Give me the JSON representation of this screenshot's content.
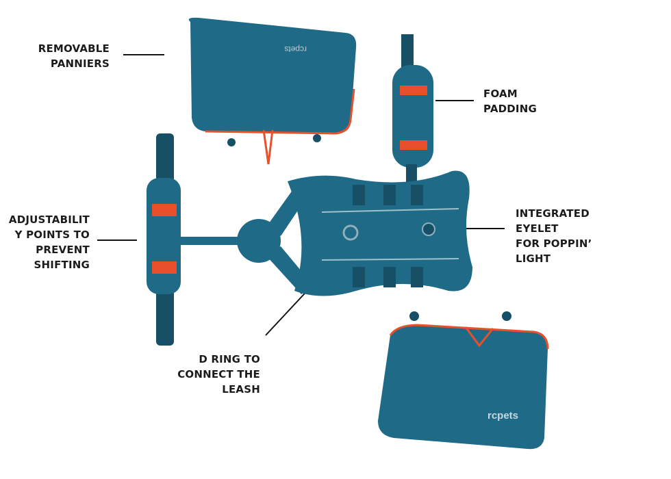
{
  "callouts": {
    "panniers": [
      "REMOVABLE",
      "PANNIERS"
    ],
    "foam": [
      "FOAM",
      "PADDING"
    ],
    "adjust": [
      "ADJUSTABILIT",
      "Y POINTS TO",
      "PREVENT",
      "SHIFTING"
    ],
    "eyelet": [
      "INTEGRATED",
      "EYELET",
      "FOR POPPIN’",
      "LIGHT"
    ],
    "dring": [
      "D RING TO",
      "CONNECT THE",
      "LEASH"
    ]
  },
  "brand": {
    "logo_text": "rcpets"
  },
  "colors": {
    "teal": "#1f6a86",
    "teal_dark": "#174f66",
    "orange": "#e8502c"
  }
}
